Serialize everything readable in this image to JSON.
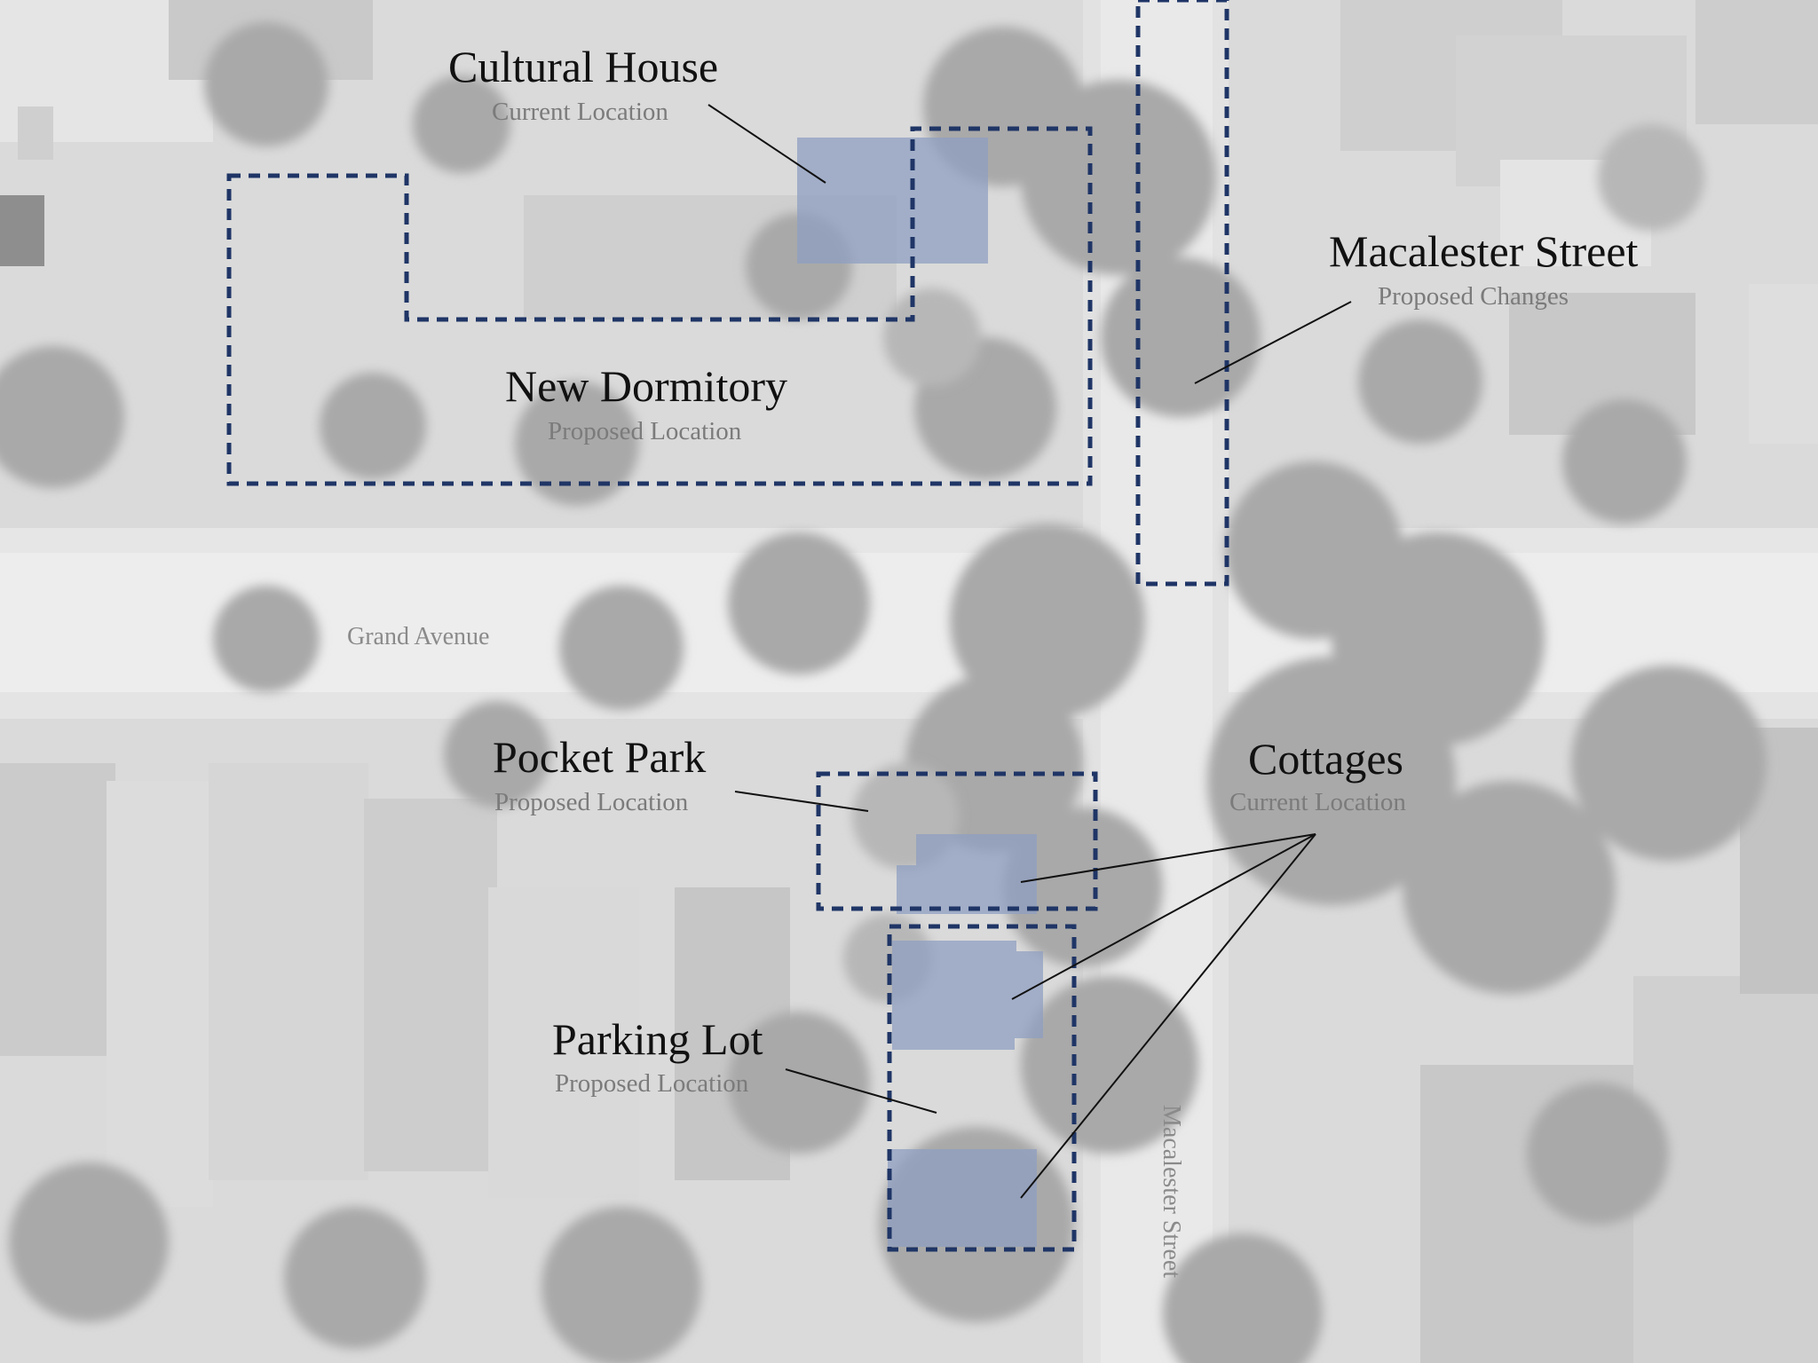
{
  "map": {
    "style": "desaturated aerial photograph",
    "colors": {
      "dashed_outline": "#1f3566",
      "highlight_fill": "#8f9fc1",
      "leader_line": "#111111",
      "title_text": "#111111",
      "subtitle_text": "#7b7b7b"
    }
  },
  "labels": {
    "cultural_house": {
      "title": "Cultural House",
      "subtitle": "Current Location"
    },
    "macalester_top": {
      "title": "Macalester Street",
      "subtitle": "Proposed Changes"
    },
    "new_dormitory": {
      "title": "New Dormitory",
      "subtitle": "Proposed Location"
    },
    "pocket_park": {
      "title": "Pocket Park",
      "subtitle": "Proposed Location"
    },
    "cottages": {
      "title": "Cottages",
      "subtitle": "Current Location"
    },
    "parking_lot": {
      "title": "Parking Lot",
      "subtitle": "Proposed Location"
    }
  },
  "streets": {
    "grand_avenue": "Grand Avenue",
    "macalester_street": "Macalester Street"
  }
}
